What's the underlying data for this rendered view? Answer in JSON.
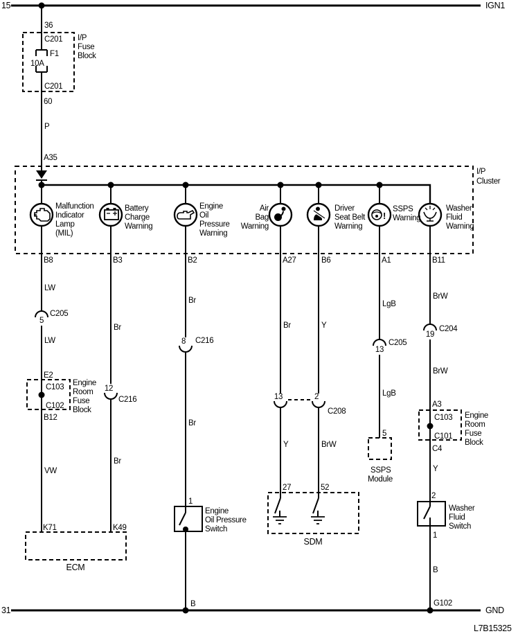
{
  "doc_number": "L7B15325",
  "rails": {
    "power": {
      "terminal": "15",
      "name": "IGN1"
    },
    "ground": {
      "terminal": "31",
      "name": "GND",
      "ground_id": "G102"
    }
  },
  "fuse_block": {
    "label": [
      "I/P",
      "Fuse",
      "Block"
    ],
    "pin_top": "36",
    "conn_top": "C201",
    "fuse": "F1",
    "rating": "10A",
    "conn_bottom": "C201",
    "pin_bottom": "60"
  },
  "feed_wire": {
    "color": "P",
    "cluster_pin": "A35"
  },
  "cluster": {
    "label": [
      "I/P",
      "Cluster"
    ],
    "lamps": [
      {
        "icon": "engine-icon",
        "lines": [
          "Malfunction",
          "Indicator",
          "Lamp",
          "(MIL)"
        ],
        "pin": "B8"
      },
      {
        "icon": "battery-icon",
        "lines": [
          "Battery",
          "Charge",
          "Warning"
        ],
        "pin": "B3"
      },
      {
        "icon": "oil-can-icon",
        "lines": [
          "Engine",
          "Oil",
          "Pressure",
          "Warning"
        ],
        "pin": "B2"
      },
      {
        "icon": "air-bag-icon",
        "lines": [
          "Air",
          "Bag",
          "Warning"
        ],
        "pin": "A27"
      },
      {
        "icon": "seat-belt-icon",
        "lines": [
          "Driver",
          "Seat Belt",
          "Warning"
        ],
        "pin": "B6"
      },
      {
        "icon": "steering-wheel-icon",
        "lines": [
          "SSPS",
          "Warning"
        ],
        "pin": "A1",
        "mark": "!"
      },
      {
        "icon": "washer-fluid-icon",
        "lines": [
          "Washer",
          "Fluid",
          "Warning"
        ],
        "pin": "B11"
      }
    ]
  },
  "circuits": {
    "mil": {
      "wire1": "LW",
      "conn_pin": "5",
      "conn": "C205",
      "wire2": "LW",
      "pin_in": "E2",
      "fusebox": {
        "conn_top": "C103",
        "conn_bottom": "C102",
        "label": [
          "Engine",
          "Room",
          "Fuse",
          "Block"
        ]
      },
      "pin_out": "B12",
      "wire3": "VW",
      "ecm_pin": "K71"
    },
    "battery": {
      "wire1": "Br",
      "conn_pin": "12",
      "conn": "C216",
      "wire2": "Br",
      "ecm_pin": "K49"
    },
    "ecm_label": "ECM",
    "oil": {
      "wire1": "Br",
      "conn_pin": "8",
      "conn": "C216",
      "wire2": "Br",
      "switch_pin": "1",
      "switch_label": [
        "Engine",
        "Oil Pressure",
        "Switch"
      ],
      "wire3": "B"
    },
    "airbag": {
      "wire1": "Br",
      "conn_pin": "13",
      "wire2": "Y",
      "sdm_pin": "27"
    },
    "seatbelt": {
      "wire1": "Y",
      "conn_pin": "2",
      "conn": "C208",
      "wire2": "BrW",
      "sdm_pin": "52"
    },
    "sdm_label": "SDM",
    "ssps": {
      "wire1": "LgB",
      "conn_pin": "13",
      "conn": "C205",
      "wire2": "LgB",
      "module_pin": "5",
      "module_label": [
        "SSPS",
        "Module"
      ]
    },
    "washer": {
      "wire1": "BrW",
      "conn_pin": "19",
      "conn": "C204",
      "wire2": "BrW",
      "pin_in": "A3",
      "fusebox": {
        "conn_top": "C103",
        "conn_bottom": "C101",
        "label": [
          "Engine",
          "Room",
          "Fuse",
          "Block"
        ]
      },
      "pin_out": "C4",
      "wire3": "Y",
      "switch_pin_top": "2",
      "switch_label": [
        "Washer",
        "Fluid",
        "Switch"
      ],
      "switch_pin_bottom": "1",
      "wire4": "B"
    }
  }
}
